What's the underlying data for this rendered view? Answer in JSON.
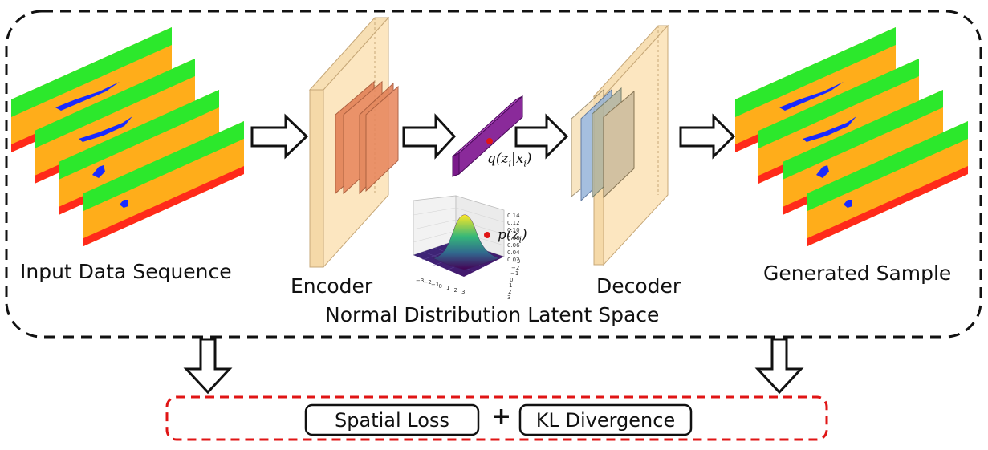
{
  "labels": {
    "input": "Input Data Sequence",
    "encoder": "Encoder",
    "decoder": "Decoder",
    "generated": "Generated Sample",
    "latent_space": "Normal Distribution Latent Space",
    "posterior": "q(z",
    "posterior_sub": "i",
    "posterior_mid": "|x",
    "posterior_sub2": "i",
    "posterior_end": ")",
    "prior": "p(z",
    "prior_sub": "i",
    "prior_end": ")"
  },
  "loss": {
    "spatial": "Spatial Loss",
    "plus": "+",
    "kl": "KL Divergence"
  },
  "plot_ticks": {
    "z_axis": [
      "0.14",
      "0.12",
      "0.10",
      "0.08",
      "0.06",
      "0.04",
      "0.02"
    ],
    "x_axis": [
      "−3",
      "−2",
      "−1",
      "0",
      "1",
      "2",
      "3"
    ],
    "y_axis": [
      "3",
      "2",
      "1",
      "0",
      "−1",
      "−2",
      "−3"
    ]
  },
  "colors": {
    "green": "#2ce82c",
    "orange": "#ffad1a",
    "red": "#ff2a1a",
    "blue": "#1a2aff",
    "encoder_panel": "#fce6c0",
    "encoder_inner": "#e8845a",
    "latent": "#8a2a9a",
    "decoder_inner": "#8fb0d8",
    "dashed_black": "#111111",
    "dashed_red": "#e01515"
  }
}
